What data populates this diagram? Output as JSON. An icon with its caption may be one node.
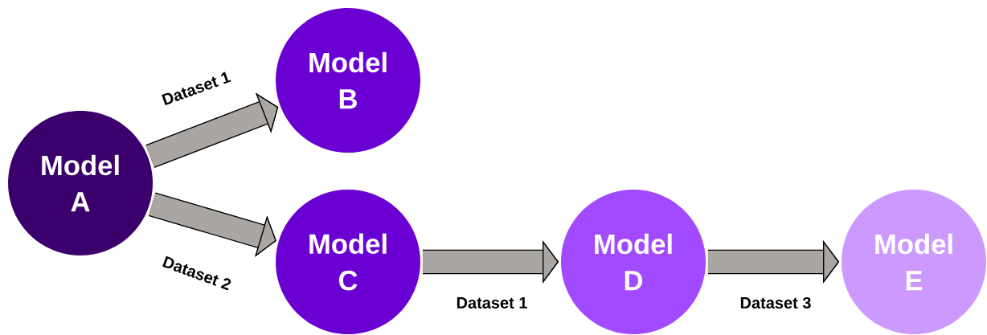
{
  "diagram": {
    "nodes": [
      {
        "text": [
          "Model A"
        ]
      },
      {
        "text": [
          "Model B"
        ]
      },
      {
        "text": [
          "Model C"
        ]
      },
      {
        "text": [
          "Model D"
        ]
      },
      {
        "text": [
          "Model E"
        ]
      }
    ],
    "edges": [
      {
        "from": 0,
        "to": 1,
        "arrow": "to",
        "label": "Dataset 1"
      },
      {
        "from": 0,
        "to": 2,
        "arrow": "to",
        "label": "Dataset 2"
      },
      {
        "from": 2,
        "to": 3,
        "arrow": "to",
        "label": "Dataset 1"
      },
      {
        "from": 3,
        "to": 4,
        "arrow": "to",
        "label": "Dataset 3"
      }
    ]
  }
}
